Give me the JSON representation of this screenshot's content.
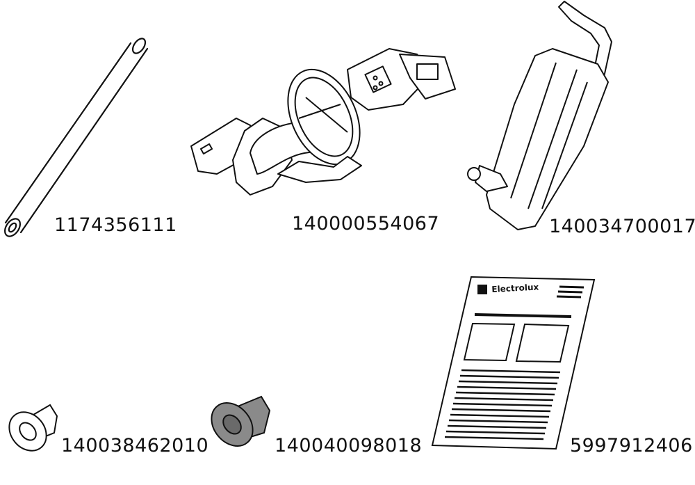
{
  "parts": [
    {
      "name": "tube",
      "part_number": "1174356111"
    },
    {
      "name": "pump-assembly",
      "part_number": "140000554067"
    },
    {
      "name": "bracket-with-sensor",
      "part_number": "140034700017"
    },
    {
      "name": "bushing-white",
      "part_number": "140038462010"
    },
    {
      "name": "bushing-grey",
      "part_number": "140040098018"
    },
    {
      "name": "instruction-manual",
      "part_number": "5997912406",
      "logo_text": "Electrolux"
    }
  ],
  "colors": {
    "line": "#111111",
    "grey_part": "#8a8a8a",
    "background": "#ffffff"
  }
}
